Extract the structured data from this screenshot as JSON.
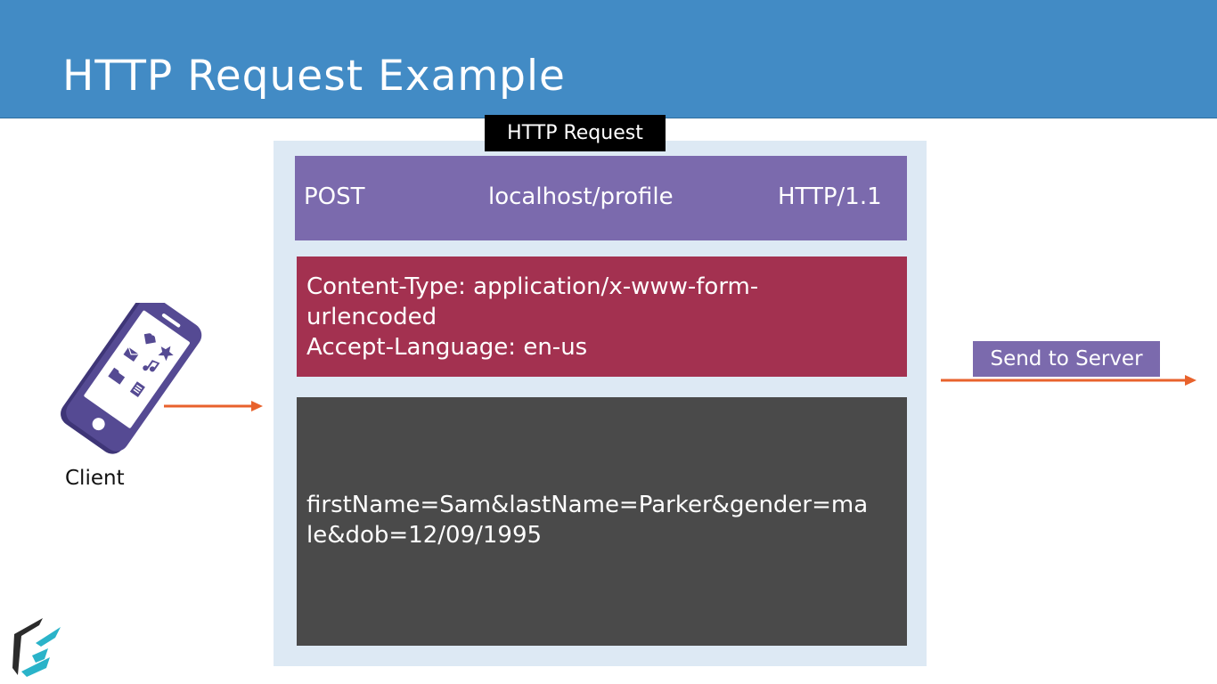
{
  "slide": {
    "title": "HTTP Request Example"
  },
  "request": {
    "label": "HTTP Request",
    "method": "POST",
    "url": "localhost/profile",
    "version": "HTTP/1.1",
    "headers": [
      "Content-Type: application/x-www-form-",
      "urlencoded",
      "Accept-Language: en-us"
    ],
    "body": [
      "firstName=Sam&lastName=Parker&gender=ma",
      "le&dob=12/09/1995"
    ]
  },
  "client": {
    "label": "Client",
    "icon": "smartphone-icon"
  },
  "server": {
    "label": "Send to Server"
  },
  "colors": {
    "header_bar": "#428bc5",
    "request_line": "#7b6aad",
    "headers": "#a33150",
    "body": "#4a4a4a",
    "frame": "#dde9f4",
    "arrow": "#e8622c",
    "phone": "#554a93"
  }
}
